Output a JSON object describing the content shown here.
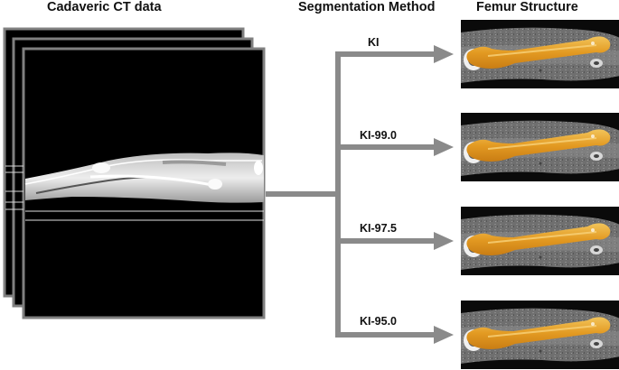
{
  "headings": {
    "ct_data": "Cadaveric CT data",
    "segmentation": "Segmentation Method",
    "femur": "Femur Structure"
  },
  "methods": [
    {
      "label": "KI"
    },
    {
      "label": "KI-99.0"
    },
    {
      "label": "KI-97.5"
    },
    {
      "label": "KI-95.0"
    }
  ],
  "colors": {
    "frame": "#808080",
    "connector": "#8a8a8a",
    "bone_highlight": "#e8a52c"
  }
}
